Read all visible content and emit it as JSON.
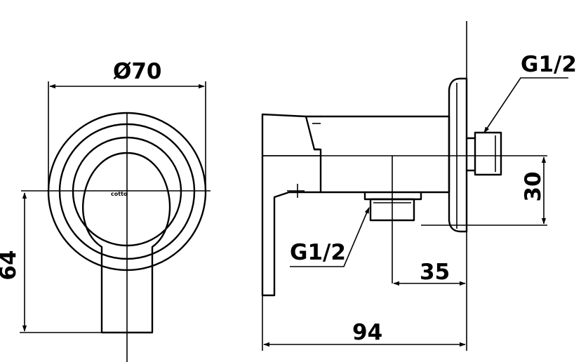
{
  "front_view": {
    "diameter_label": "Ø70",
    "height_label": "64",
    "brand_mark": "cotto"
  },
  "side_view": {
    "thread_top_label": "G1/2",
    "thread_bottom_label": "G1/2",
    "height_label": "30",
    "outlet_offset_label": "35",
    "overall_length_label": "94"
  },
  "colors": {
    "line": "#000000",
    "background": "#ffffff"
  }
}
